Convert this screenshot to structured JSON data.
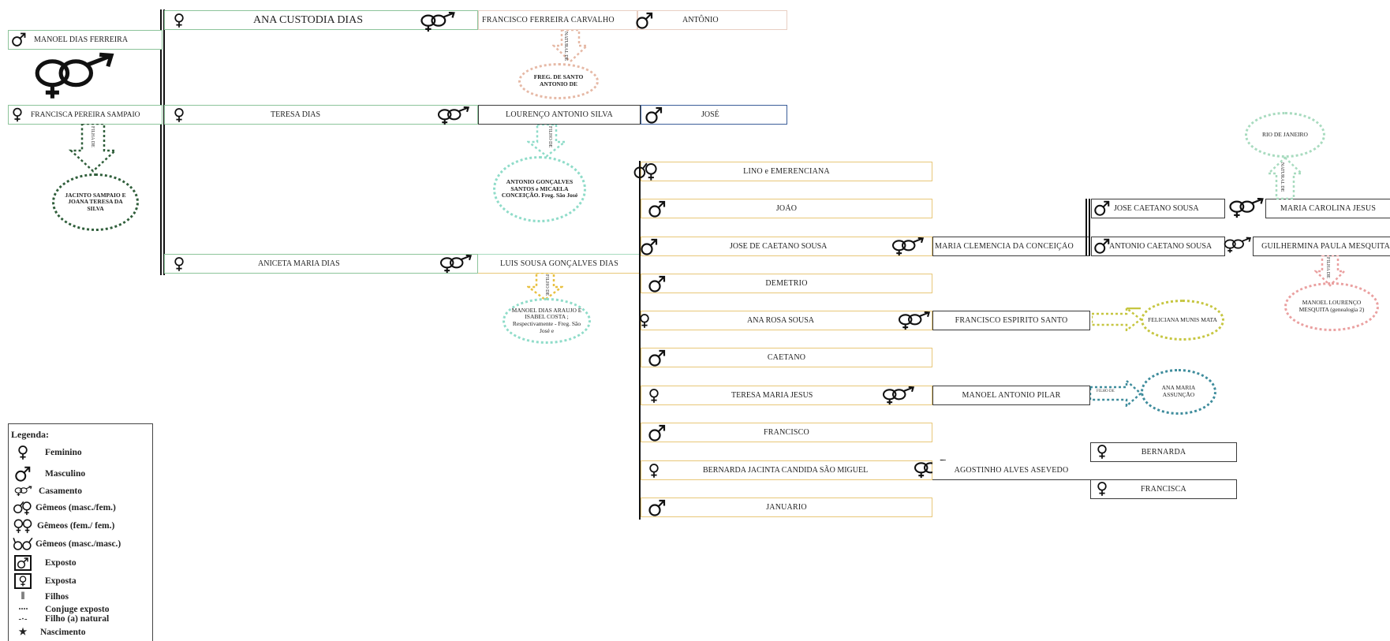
{
  "persons": {
    "manoel_dias_ferreira": "MANOEL DIAS FERREIRA",
    "francisca_pereira_sampaio": "FRANCISCA PEREIRA SAMPAIO",
    "ana_custodia_dias": "ANA CUSTODIA DIAS",
    "francisco_ferreira_carvalho": "FRANCISCO FERREIRA CARVALHO",
    "antonio": "ANTÔNIO",
    "teresa_dias": "TERESA DIAS",
    "lourenco_antonio_silva": "LOURENÇO ANTONIO SILVA",
    "jose": "JOSÉ",
    "aniceta_maria_dias": "ANICETA  MARIA DIAS",
    "luis_sousa_goncalves_dias": "LUIS SOUSA GONÇALVES DIAS",
    "lino_emerenciana": "LINO e EMERENCIANA",
    "joao": "JOÃO",
    "jose_de_caetano_sousa": "JOSE DE CAETANO SOUSA",
    "maria_clemencia": "MARIA CLEMENCIA DA CONCEIÇÃO",
    "demetrio": "DEMÉTRIO",
    "ana_rosa_sousa": "ANA ROSA SOUSA",
    "francisco_espirito_santo": "FRANCISCO ESPIRITO SANTO",
    "caetano": "CAETANO",
    "teresa_maria_jesus": "TERESA MARIA JESUS",
    "manoel_antonio_pilar": "MANOEL ANTONIO PILAR",
    "francisco": "FRANCISCO",
    "bernarda_jacinta": "BERNARDA JACINTA CANDIDA SÃO MIGUEL",
    "agostinho_alves_asevedo": "AGOSTINHO ALVES ASEVEDO",
    "januario": "JANUÁRIO",
    "jose_caetano_sousa": "JOSE CAETANO SOUSA",
    "maria_carolina_jesus": "MARIA CAROLINA JESUS",
    "antonio_caetano_sousa": "ANTONIO CAETANO SOUSA",
    "guilhermina_paula_mesquita": "GUILHERMINA PAULA MESQUITA",
    "bernarda": "BERNARDA",
    "francisca": "FRANCISCA"
  },
  "origins": {
    "freg_santo_antonio": "FREG. DE SANTO ANTONIO DE",
    "jacinto_sampaio": "JACINTO SAMPAIO E JOANA TERESA DA SILVA",
    "antonio_goncalves": "ANTONIO GONÇALVES SANTOS e MICAELA CONCEIÇÃO.  Freg. São José",
    "manoel_dias_araujo": "MANOEL DIAS ARAUJO E ISABEL COSTA ; Respectivamente - Freg. São José e",
    "feliciana": "FELICIANA MUNIS MATA",
    "ana_maria_assuncao": "ANA MARIA ASSUNÇÃO",
    "rio_de_janeiro": "RIO DE JANEIRO",
    "manoel_lourenco": "MANOEL LOURENÇO MESQUITA (genealogia 2)"
  },
  "relations": {
    "natural_de": "NATURAL DE",
    "filha_de": "FILHA DE",
    "filho_de": "FILHO DE",
    "filho_de_2": "FILHO DE",
    "filho_de_3": "FILHO DE",
    "filho_de_4": "FILHO DE",
    "natural_de_2": "NATURAL DE",
    "filha_de_2": "FILHA DE"
  },
  "legend": {
    "title": "Legenda:",
    "items": [
      {
        "label": "Feminino",
        "icon": "female-icon"
      },
      {
        "label": "Masculino",
        "icon": "male-icon"
      },
      {
        "label": "Casamento",
        "icon": "marriage-icon"
      },
      {
        "label": "Gêmeos (masc./fem.)",
        "icon": "twins-mixed-icon"
      },
      {
        "label": "Gêmeos (fem./ fem.)",
        "icon": "twins-female-icon"
      },
      {
        "label": "Gêmeos (masc./masc.)",
        "icon": "twins-male-icon"
      },
      {
        "label": "Exposto",
        "icon": "exposed-male-icon"
      },
      {
        "label": "Exposta",
        "icon": "exposed-female-icon"
      },
      {
        "label": "Filhos",
        "icon": "children-icon"
      },
      {
        "label": "Conjuge exposto",
        "icon": "dotted-line-icon"
      },
      {
        "label": "Filho (a) natural",
        "icon": "dash-dot-line-icon"
      },
      {
        "label": "Nascimento",
        "icon": "star-icon"
      }
    ]
  },
  "colors": {
    "green_border": "#8cc49a",
    "orange_border": "#e8c778",
    "dark_border": "#3a3a3a",
    "pink_border": "#e8cfc3",
    "blue_border": "#3b5e99"
  }
}
